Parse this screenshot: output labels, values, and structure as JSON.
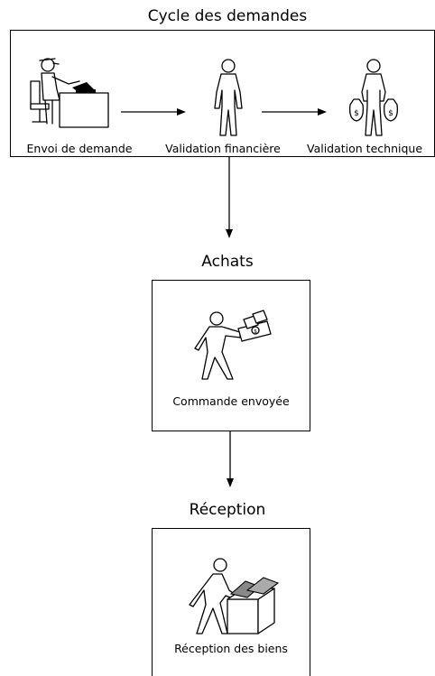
{
  "sections": {
    "requests": {
      "title": "Cycle des demandes",
      "steps": [
        {
          "label": "Envoi de demande",
          "icon": "person-at-desk-icon"
        },
        {
          "label": "Validation financière",
          "icon": "standing-person-icon"
        },
        {
          "label": "Validation technique",
          "icon": "person-with-money-bags-icon"
        }
      ]
    },
    "purchases": {
      "title": "Achats",
      "step": {
        "label": "Commande envoyée",
        "icon": "person-handing-money-icon"
      }
    },
    "reception": {
      "title": "Réception",
      "step": {
        "label": "Réception des biens",
        "icon": "person-opening-box-icon"
      }
    }
  },
  "colors": {
    "line": "#000000",
    "background": "#ffffff"
  }
}
